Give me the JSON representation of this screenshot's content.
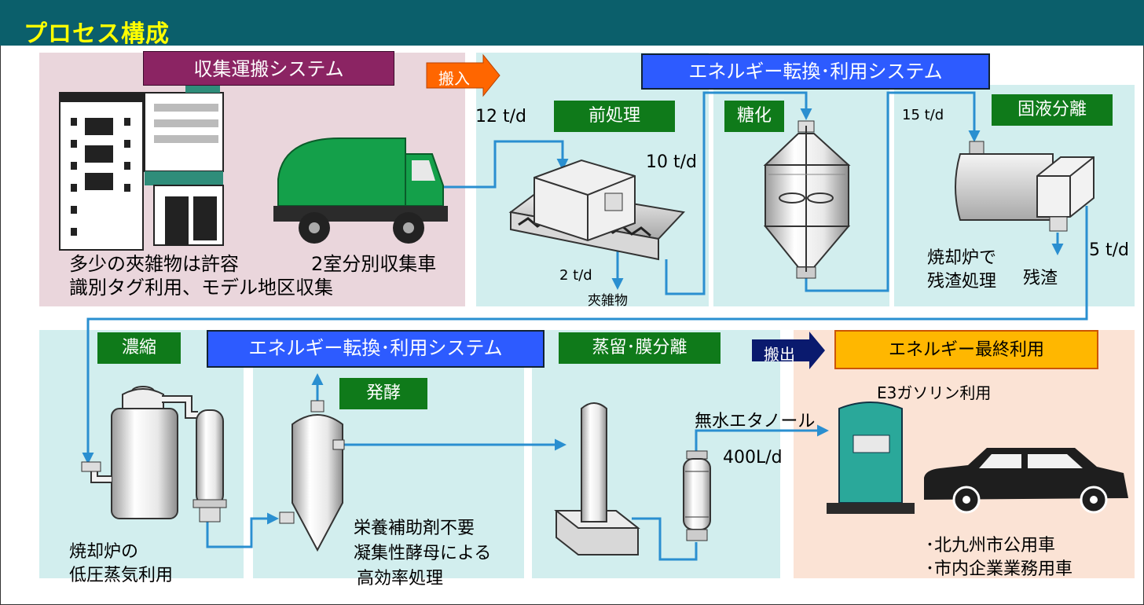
{
  "header": {
    "title": "プロセス構成"
  },
  "colors": {
    "header_bg": "#0b5f6b",
    "title": "#ffff00",
    "collection_bg": "#ead6dc",
    "process_bg": "#d2eeee",
    "final_bg": "#fbe3d5",
    "green_label": "#0f7a1a",
    "blue_label": "#2d5bff",
    "collect_label": "#8b2463",
    "final_label": "#ffb700",
    "pipe": "#2a8fd0",
    "in_arrow": "#ff6600",
    "out_arrow": "#0a1a6e"
  },
  "collection": {
    "label": "収集運搬システム",
    "note_left_1": "多少の夾雑物は許容",
    "note_left_2": "識別タグ利用、モデル地区収集",
    "note_truck": "2室分別収集車",
    "icons": [
      "office-building-icon",
      "shop-icon",
      "garbage-truck-icon"
    ]
  },
  "arrows": {
    "in": "搬入",
    "out": "搬出"
  },
  "energy_system_top": {
    "label": "エネルギー転換･利用システム"
  },
  "energy_system_bottom": {
    "label": "エネルギー転換･利用システム"
  },
  "pretreatment": {
    "label": "前処理",
    "input": "12 t/d",
    "output": "10 t/d",
    "reject": "2 t/d",
    "reject_label": "夾雑物"
  },
  "saccharification": {
    "label": "糖化"
  },
  "solid_liquid": {
    "label": "固液分離",
    "input": "15 t/d",
    "residue_amount": "5 t/d",
    "residue_label": "残渣",
    "note_1": "焼却炉で",
    "note_2": "残渣処理"
  },
  "concentration": {
    "label": "濃縮",
    "note_1": "焼却炉の",
    "note_2": "低圧蒸気利用"
  },
  "fermentation": {
    "label": "発酵",
    "note_1": "栄養補助剤不要",
    "note_2": "凝集性酵母による",
    "note_3": "高効率処理"
  },
  "distillation": {
    "label": "蒸留･膜分離",
    "product": "無水エタノール",
    "product_amount": "400L/d"
  },
  "final_use": {
    "label": "エネルギー最終利用",
    "e3": "E3ガソリン利用",
    "use_1": "･北九州市公用車",
    "use_2": "･市内企業業務用車",
    "icons": [
      "fuel-pump-icon",
      "car-icon"
    ]
  }
}
